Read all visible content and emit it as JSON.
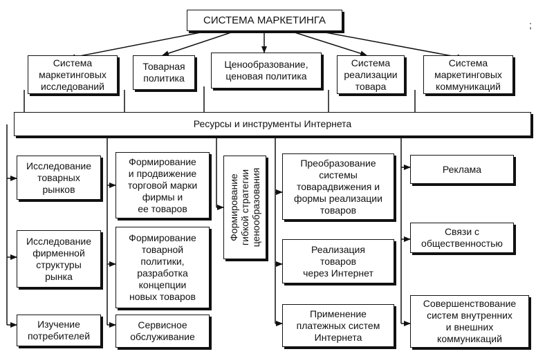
{
  "title": "СИСТЕМА МАРКЕТИНГА",
  "top_subsystems": [
    "Система\nмаркетинговых\nисследований",
    "Товарная\nполитика",
    "Ценообразование,\nценовая политика",
    "Система\nреализации\nтовара",
    "Система\nмаркетинговых\nкоммуникаций"
  ],
  "resources_bar": "Ресурсы и инструменты Интернета",
  "column_research": [
    "Исследование\nтоварных\nрынков",
    "Исследование\nфирменной\nструктуры\nрынка",
    "Изучение\nпотребителей"
  ],
  "column_product": [
    "Формирование\nи продвижение\nторговой марки\nфирмы и\nее товаров",
    "Формирование\nтоварной\nполитики,\nразработка\nконцепции\nновых товаров",
    "Сервисное\nобслуживание"
  ],
  "column_pricing": "Формирование\nгибкой стратегии\nценообразования",
  "column_sales": [
    "Преобразование\nсистемы\nтоварадвижения и\nформы реализации\nтоваров",
    "Реализация\nтоваров\nчерез Интернет",
    "Применение\nплатежных систем\nИнтернета"
  ],
  "column_communications": [
    "Реклама",
    "Связи с\nобщественностью",
    "Совершенствование\nсистем внутренних\nи внешних\nкоммуникаций"
  ],
  "corner_mark": ";"
}
